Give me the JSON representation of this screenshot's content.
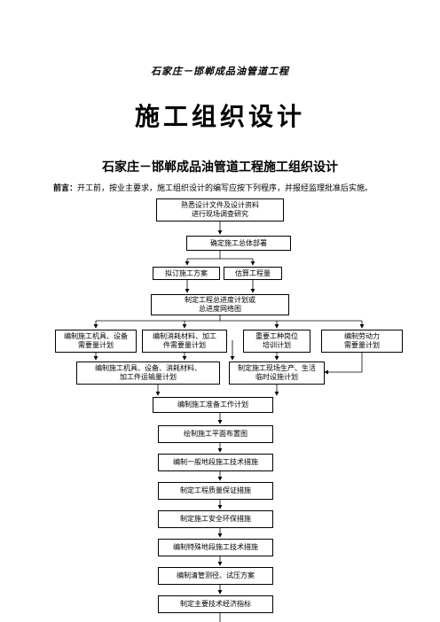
{
  "header": {
    "project": "石家庄－邯郸成品油管道工程",
    "title": "施工组织设计",
    "subtitle": "石家庄－邯郸成品油管道工程施工组织设计"
  },
  "preface": {
    "label": "前言：",
    "text": "开工前，按业主要求，施工组织设计的编写应按下列程序，并报经监理批准后实施。"
  },
  "flow": {
    "b1": "熟悉设计文件及设计资料\n进行现场调查研究",
    "b2": "确定施工总体部署",
    "b3": "拟订施工方案",
    "b4": "估算工程量",
    "b5": "制定工程总进度计划或\n总进度网络图",
    "b6": "编制施工机具、设备\n需要量计划",
    "b7": "编制消耗材料、加工\n件需要量计划",
    "b8": "重要工种岗位\n培训计划",
    "b9": "编制劳动力\n需要量计划",
    "b10": "编制施工机具、设备、消耗材料、\n加工件运输量计划",
    "b11": "制定施工现场生产、生活\n临时设施计划",
    "b12": "编制施工准备工作计划",
    "b13": "绘制施工平面布置图",
    "b14": "编制一般地段施工技术措施",
    "b15": "制定工程质量保证措施",
    "b16": "制定施工安全环保措施",
    "b17": "编制特殊地段施工技术措施",
    "b18": "编制清管测径、试压方案",
    "b19": "制定主要技术经济指标"
  }
}
